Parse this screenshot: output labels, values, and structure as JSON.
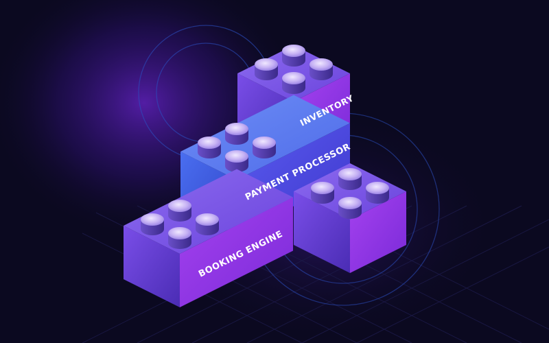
{
  "blocks": {
    "inventory": {
      "label": "INVENTORY"
    },
    "payment_processor": {
      "label": "PAYMENT PROCESSOR"
    },
    "booking_engine": {
      "label": "BOOKING ENGINE"
    },
    "side_block": {
      "label": ""
    }
  },
  "colors": {
    "background": "#0b0920",
    "glow": "#5a1fb8",
    "ring": "#2b55c8",
    "grid": "#1a1740",
    "violet_top": "#7a52e6",
    "violet_left": "#5b34c8",
    "violet_right": "#9b3ae6",
    "blue_top": "#5a7ef0",
    "blue_left": "#3a56d6",
    "blue_right": "#4a48e0",
    "stud_top": "#c9b6f5",
    "stud_side": "#5a3fb0"
  }
}
